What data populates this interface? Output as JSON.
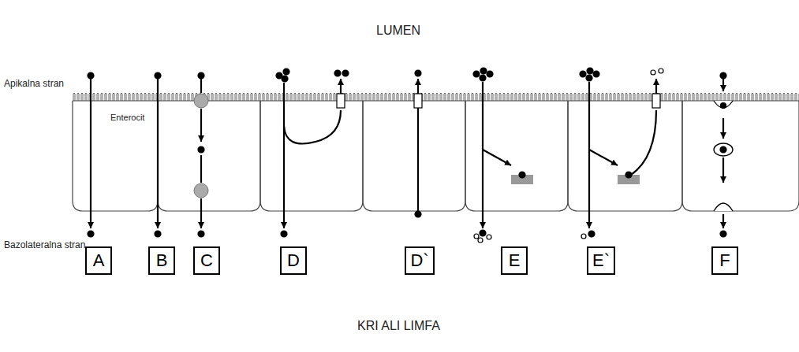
{
  "diagram": {
    "nodes": [
      {
        "text": [
          "A"
        ]
      },
      {
        "text": [
          "B"
        ]
      },
      {
        "text": [
          "C"
        ]
      },
      {
        "text": [
          "D"
        ]
      },
      {
        "text": [
          "D`"
        ]
      },
      {
        "text": [
          "E"
        ]
      },
      {
        "text": [
          "E`"
        ]
      },
      {
        "text": [
          "F"
        ]
      }
    ],
    "labels": [
      "LUMEN",
      "Apikalna stran",
      "Enterocit",
      "Bazolateralna stran",
      "KRI ALI LIMFA"
    ]
  }
}
